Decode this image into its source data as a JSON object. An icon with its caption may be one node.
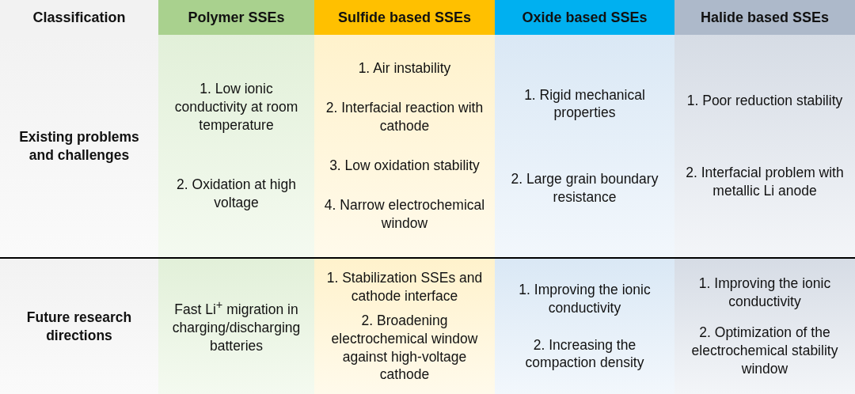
{
  "diagram": {
    "labels": [
      "Classification",
      "Polymer SSEs",
      "Sulfide based SSEs",
      "Oxide based SSEs",
      "Halide based SSEs",
      "Existing problems and challenges",
      "1. Low ionic conductivity at room temperature",
      "2. Oxidation at high voltage",
      "1. Air instability",
      "2. Interfacial reaction with cathode",
      "3. Low oxidation stability",
      "4. Narrow electrochemical window",
      "1. Rigid mechanical properties",
      "2. Large grain boundary resistance",
      "1. Poor reduction stability",
      "2. Interfacial problem with metallic Li anode",
      "Future research directions",
      "Fast Li$^{+}$ migration in charging/discharging batteries",
      "1. Stabilization SSEs and cathode interface",
      "2. Broadening electrochemical window against high-voltage cathode",
      "1. Improving the ionic conductivity",
      "2. Increasing the compaction density",
      "1. Improving the ionic conductivity",
      "2. Optimization of the electrochemical stability window"
    ]
  }
}
